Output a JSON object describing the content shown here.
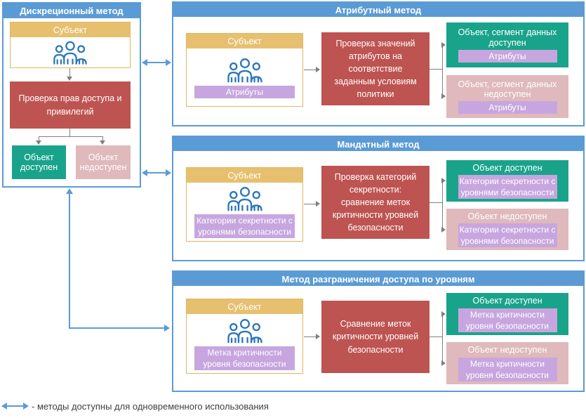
{
  "colors": {
    "accent_blue": "#5B9BD5",
    "subject_tan": "#E7C06F",
    "check_red": "#BD5451",
    "allowed_green": "#19A38B",
    "denied_pink": "#DFB9BB",
    "tag_purple": "#C7A6DF",
    "connector_gray": "#7F7F7F"
  },
  "left_panel": {
    "title": "Дискреционный метод",
    "subject_label": "Субъект",
    "check_label": "Проверка прав доступа и привилегий",
    "allowed_label": "Объект доступен",
    "denied_label": "Объект недоступен"
  },
  "panels": [
    {
      "title": "Атрибутный метод",
      "subject_label": "Субъект",
      "subject_tag": "Атрибуты",
      "check_label": "Проверка значений атрибутов на соответствие заданным условиям политики",
      "allowed_title": "Объект, сегмент данных доступен",
      "allowed_tag": "Атрибуты",
      "denied_title": "Объект, сегмент данных недоступен",
      "denied_tag": "Атрибуты"
    },
    {
      "title": "Мандатный метод",
      "subject_label": "Субъект",
      "subject_tag": "Категории секретности с уровнями безопасности",
      "check_label": "Проверка категорий секретности: сравнение меток критичности уровней безопасности",
      "allowed_title": "Объект доступен",
      "allowed_tag": "Категории секретности с уровнями безопасности",
      "denied_title": "Объект недоступен",
      "denied_tag": "Категории секретности с уровнями безопасности"
    },
    {
      "title": "Метод разграничения доступа по уровням",
      "subject_label": "Субъект",
      "subject_tag": "Метка критичности уровня безопасности",
      "check_label": "Сравнение меток критичности уровней безопасности",
      "allowed_title": "Объект доступен",
      "allowed_tag": "Метка критичности уровня безопасности",
      "denied_title": "Объект недоступен",
      "denied_tag": "Метка критичности уровня безопасности"
    }
  ],
  "legend": {
    "text": "- методы доступны для одновременного использования"
  }
}
